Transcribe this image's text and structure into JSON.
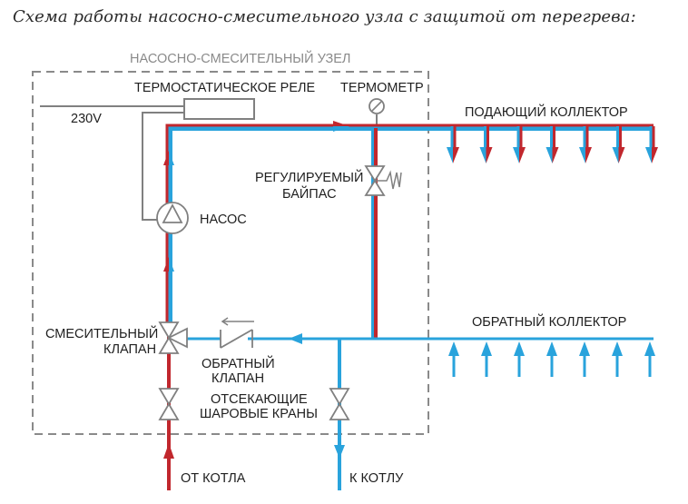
{
  "title": "Схема работы насосно-смесительного узла с защитой от перегрева:",
  "colors": {
    "supply": "#c1272d",
    "return": "#29a3dc",
    "symbol": "#808080",
    "text": "#1f1f1f"
  },
  "labels": {
    "unit": "НАСОСНО-СМЕСИТЕЛЬНЫЙ УЗЕЛ",
    "thermostatic_relay": "ТЕРМОСТАТИЧЕСКОЕ РЕЛЕ",
    "thermometer": "ТЕРМОМЕТР",
    "voltage": "230V",
    "supply_collector": "ПОДАЮЩИЙ КОЛЛЕКТОР",
    "bypass_line1": "РЕГУЛИРУЕМЫЙ",
    "bypass_line2": "БАЙПАС",
    "pump": "НАСОС",
    "mixing_valve_line1": "СМЕСИТЕЛЬНЫЙ",
    "mixing_valve_line2": "КЛАПАН",
    "check_valve_line1": "ОБРАТНЫЙ",
    "check_valve_line2": "КЛАПАН",
    "ball_valves_line1": "ОТСЕКАЮЩИЕ",
    "ball_valves_line2": "ШАРОВЫЕ КРАНЫ",
    "return_collector": "ОБРАТНЫЙ КОЛЛЕКТОР",
    "from_boiler": "ОТ КОТЛА",
    "to_boiler": "К КОТЛУ"
  },
  "supply_outlets": 7,
  "return_inlets": 7
}
